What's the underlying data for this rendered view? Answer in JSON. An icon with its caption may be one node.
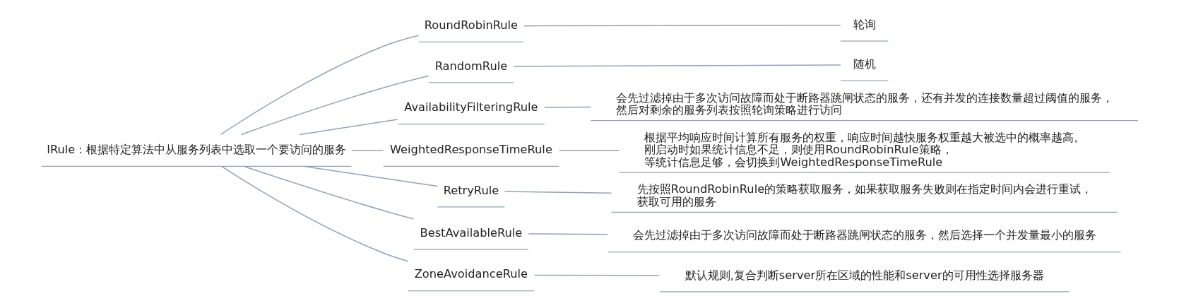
{
  "diagram": {
    "nodes": [
      {
        "text": [
          "IRule：根据特定算法中从服务列表中选取一个要访问的服务"
        ]
      },
      {
        "text": [
          "RoundRobinRule"
        ]
      },
      {
        "text": [
          "轮询"
        ]
      },
      {
        "text": [
          "RandomRule"
        ]
      },
      {
        "text": [
          "随机"
        ]
      },
      {
        "text": [
          "AvailabilityFilteringRule"
        ]
      },
      {
        "text": [
          "会先过滤掉由于多次访问故障而处于断路器跳闸状态的服务，还有并发的连接数量超过阈值的服务，然后对剩余的服务列表按照轮询策略进行访问"
        ]
      },
      {
        "text": [
          "WeightedResponseTimeRule"
        ]
      },
      {
        "text": [
          "根据平均响应时间计算所有服务的权重，响应时间越快服务权重越大被选中的概率越高。刚启动时如果统计信息不足，则使用RoundRobinRule策略，等统计信息足够，会切换到WeightedResponseTimeRule"
        ]
      },
      {
        "text": [
          "RetryRule"
        ]
      },
      {
        "text": [
          "先按照RoundRobinRule的策略获取服务，如果获取服务失败则在指定时间内会进行重试，获取可用的服务"
        ]
      },
      {
        "text": [
          "BestAvailableRule"
        ]
      },
      {
        "text": [
          "会先过滤掉由于多次访问故障而处于断路器跳闸状态的服务，然后选择一个并发量最小的服务"
        ]
      },
      {
        "text": [
          "ZoneAvoidanceRule"
        ]
      },
      {
        "text": [
          "默认规则,复合判断server所在区域的性能和server的可用性选择服务器"
        ]
      }
    ],
    "edges": [
      {
        "from": 0,
        "to": 1,
        "arrow": "none"
      },
      {
        "from": 1,
        "to": 2,
        "arrow": "none"
      },
      {
        "from": 0,
        "to": 3,
        "arrow": "none"
      },
      {
        "from": 3,
        "to": 4,
        "arrow": "none"
      },
      {
        "from": 0,
        "to": 5,
        "arrow": "none"
      },
      {
        "from": 5,
        "to": 6,
        "arrow": "none"
      },
      {
        "from": 0,
        "to": 7,
        "arrow": "none"
      },
      {
        "from": 7,
        "to": 8,
        "arrow": "none"
      },
      {
        "from": 0,
        "to": 9,
        "arrow": "none"
      },
      {
        "from": 9,
        "to": 10,
        "arrow": "none"
      },
      {
        "from": 0,
        "to": 11,
        "arrow": "none"
      },
      {
        "from": 11,
        "to": 12,
        "arrow": "none"
      },
      {
        "from": 0,
        "to": 13,
        "arrow": "none"
      },
      {
        "from": 13,
        "to": 14,
        "arrow": "none"
      }
    ]
  }
}
